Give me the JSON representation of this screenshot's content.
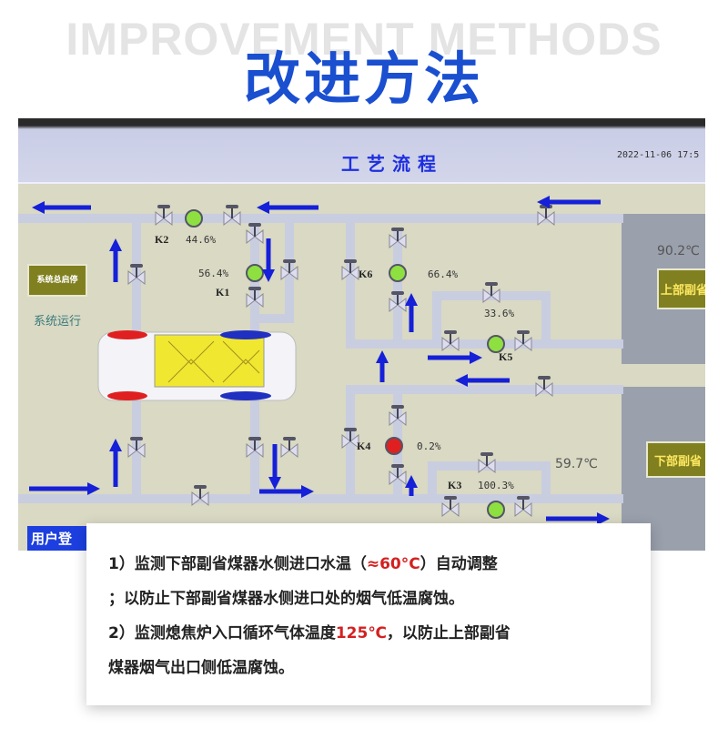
{
  "heading": {
    "watermark": "IMPROVEMENT METHODS",
    "title": "改进方法",
    "color": "#1a4fd0"
  },
  "hmi": {
    "title": "工艺流程",
    "datetime": "2022-11-06 17:5",
    "system_button": "系统总启停",
    "system_status": "系统运行",
    "upper_economizer": "上部副省",
    "lower_economizer": "下部副省",
    "user_login": "用户登",
    "upper_temp": "90.2℃",
    "lower_temp": "59.7℃",
    "valves": [
      {
        "name": "K1",
        "opening": "56.4%",
        "state": "green"
      },
      {
        "name": "K2",
        "opening": "44.6%",
        "state": "green"
      },
      {
        "name": "K3",
        "opening": "100.3%",
        "state": "green"
      },
      {
        "name": "K4",
        "opening": "0.2%",
        "state": "red"
      },
      {
        "name": "K5",
        "opening": "33.6%",
        "state": "green"
      },
      {
        "name": "K6",
        "opening": "66.4%",
        "state": "green"
      }
    ]
  },
  "notes": {
    "l1a": "1）监测下部副省煤器水侧进口水温（",
    "l1b": "≈60°C",
    "l1c": "）自动调整",
    "l2": "；以防止下部副省煤器水侧进口处的烟气低温腐蚀。",
    "l3a": "2）监测熄焦炉入口循环气体温度",
    "l3b": "125℃",
    "l3c": "，以防止上部副省",
    "l4": "煤器烟气出口侧低温腐蚀。",
    "highlight_color": "#d42020"
  }
}
